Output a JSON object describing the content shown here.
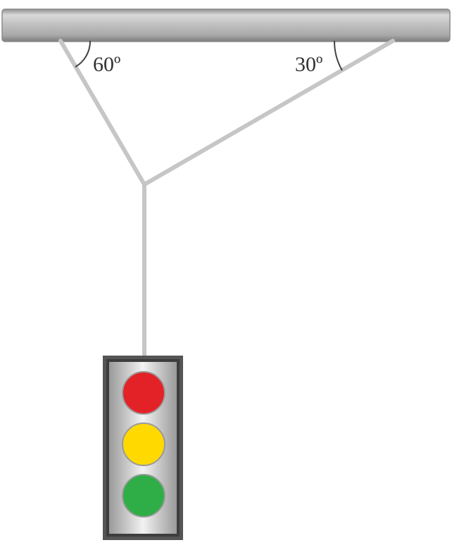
{
  "diagram": {
    "angles": {
      "left": "60º",
      "right": "30º"
    },
    "traffic_light": {
      "lights": [
        {
          "name": "red",
          "color": "#e32228"
        },
        {
          "name": "yellow",
          "color": "#ffd900"
        },
        {
          "name": "green",
          "color": "#2fae47"
        }
      ]
    },
    "colors": {
      "beam": "#bdbdbd",
      "rope": "#c8c8c8",
      "housing_frame": "#4a4a4a"
    }
  }
}
